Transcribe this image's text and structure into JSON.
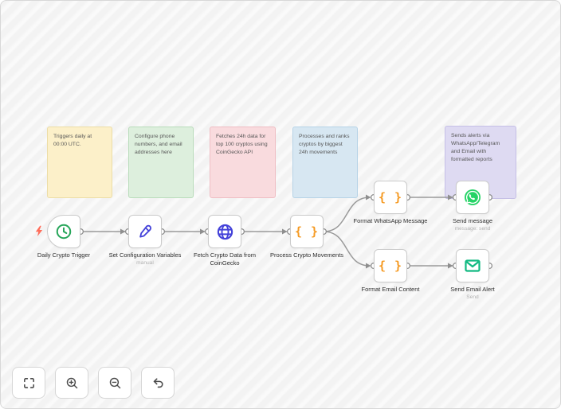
{
  "notes": [
    {
      "text": "Triggers daily at 00:00 UTC.",
      "bg": "#fcf0c9",
      "border": "#ecdda6"
    },
    {
      "text": "Configure phone numbers, and email addresses here",
      "bg": "#ddefdd",
      "border": "#b9dcbb"
    },
    {
      "text": "Fetches 24h data for top 100 cryptos using CoinGecko API",
      "bg": "#f9dbde",
      "border": "#efbdc3"
    },
    {
      "text": "Processes and ranks cryptos by biggest 24h movements",
      "bg": "#d7e7f2",
      "border": "#b6d3e7"
    },
    {
      "text": "Sends alerts via WhatsApp/Telegram and Email with formatted reports",
      "bg": "#dedaf2",
      "border": "#c5bfe6"
    }
  ],
  "nodes": [
    {
      "label": "Daily Crypto Trigger",
      "subtitle": "",
      "icon": "clock"
    },
    {
      "label": "Set Configuration Variables",
      "subtitle": "manual",
      "icon": "pen"
    },
    {
      "label": "Fetch Crypto Data from CoinGecko",
      "subtitle": "",
      "icon": "globe"
    },
    {
      "label": "Process Crypto Movements",
      "subtitle": "",
      "icon": "code-braces"
    },
    {
      "label": "Format WhatsApp Message",
      "subtitle": "",
      "icon": "code-braces"
    },
    {
      "label": "Send message",
      "subtitle": "message: send",
      "icon": "whatsapp"
    },
    {
      "label": "Format Email Content",
      "subtitle": "",
      "icon": "code-braces"
    },
    {
      "label": "Send Email Alert",
      "subtitle": "Send",
      "icon": "envelope"
    }
  ],
  "glyphs": {
    "braces": "{ }"
  },
  "colors": {
    "clock": "#27a65a",
    "pen": "#4442d9",
    "globe": "#4442d9",
    "braces": "#f59a23",
    "whatsapp": "#25d366",
    "envelope": "#10b981",
    "wire": "#9a9a9a",
    "bolt": "#ff6d5a"
  },
  "toolbar": {
    "buttons": [
      {
        "name": "zoom-to-fit"
      },
      {
        "name": "zoom-in"
      },
      {
        "name": "zoom-out"
      },
      {
        "name": "reset-view"
      }
    ]
  }
}
